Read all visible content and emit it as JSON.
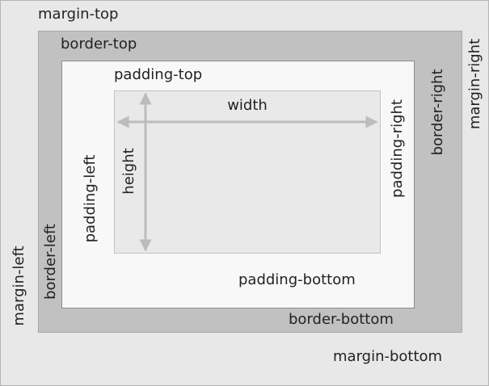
{
  "diagram": {
    "margin": {
      "top": "margin-top",
      "right": "margin-right",
      "bottom": "margin-bottom",
      "left": "margin-left"
    },
    "border": {
      "top": "border-top",
      "right": "border-right",
      "bottom": "border-bottom",
      "left": "border-left"
    },
    "padding": {
      "top": "padding-top",
      "right": "padding-right",
      "bottom": "padding-bottom",
      "left": "padding-left"
    },
    "content": {
      "width": "width",
      "height": "height"
    }
  },
  "colors": {
    "margin_fill": "#e8e8e8",
    "border_fill": "#c1c1c1",
    "padding_fill": "#f8f8f8",
    "content_fill": "#e9e9e9",
    "arrow": "#bcbcbc",
    "text": "#222222"
  }
}
